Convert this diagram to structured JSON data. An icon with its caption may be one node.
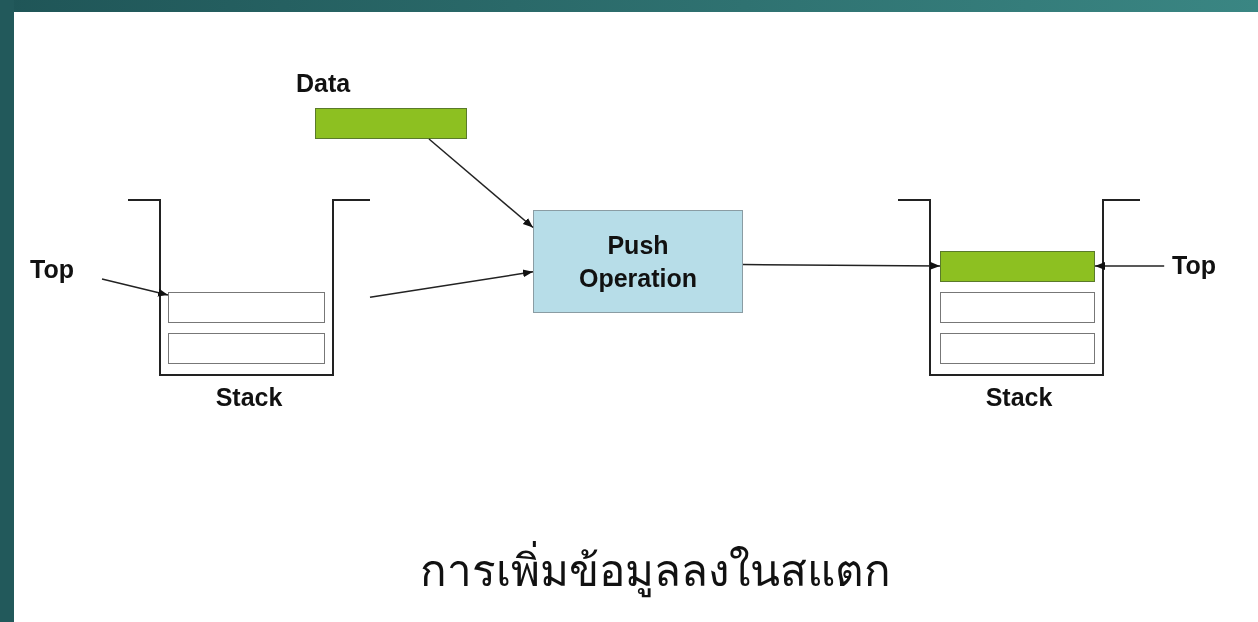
{
  "diagram": {
    "caption": "การเพิ่มข้อมูลลงในสแตก",
    "nodes": [
      {
        "text": [
          "Data"
        ]
      },
      {
        "text": [
          "Stack"
        ]
      },
      {
        "text": [],
        "shape": "box",
        "in": 1
      },
      {
        "text": [],
        "shape": "box",
        "in": 1
      },
      {
        "text": [
          "Top"
        ]
      },
      {
        "text": [
          "Push Operation"
        ]
      },
      {
        "text": [
          "Stack"
        ]
      },
      {
        "text": [],
        "shape": "bar",
        "in": 6
      },
      {
        "text": [],
        "shape": "box",
        "in": 6
      },
      {
        "text": [],
        "shape": "box",
        "in": 6
      },
      {
        "text": [
          "Top"
        ]
      }
    ],
    "edges": [
      {
        "from": 0,
        "to": 5,
        "arrow": "to"
      },
      {
        "from": 4,
        "to": 2,
        "arrow": "to"
      },
      {
        "from": 1,
        "to": 5,
        "arrow": "to"
      },
      {
        "from": 5,
        "to": 7,
        "arrow": "to"
      },
      {
        "from": 10,
        "to": 7,
        "arrow": "to"
      }
    ]
  }
}
